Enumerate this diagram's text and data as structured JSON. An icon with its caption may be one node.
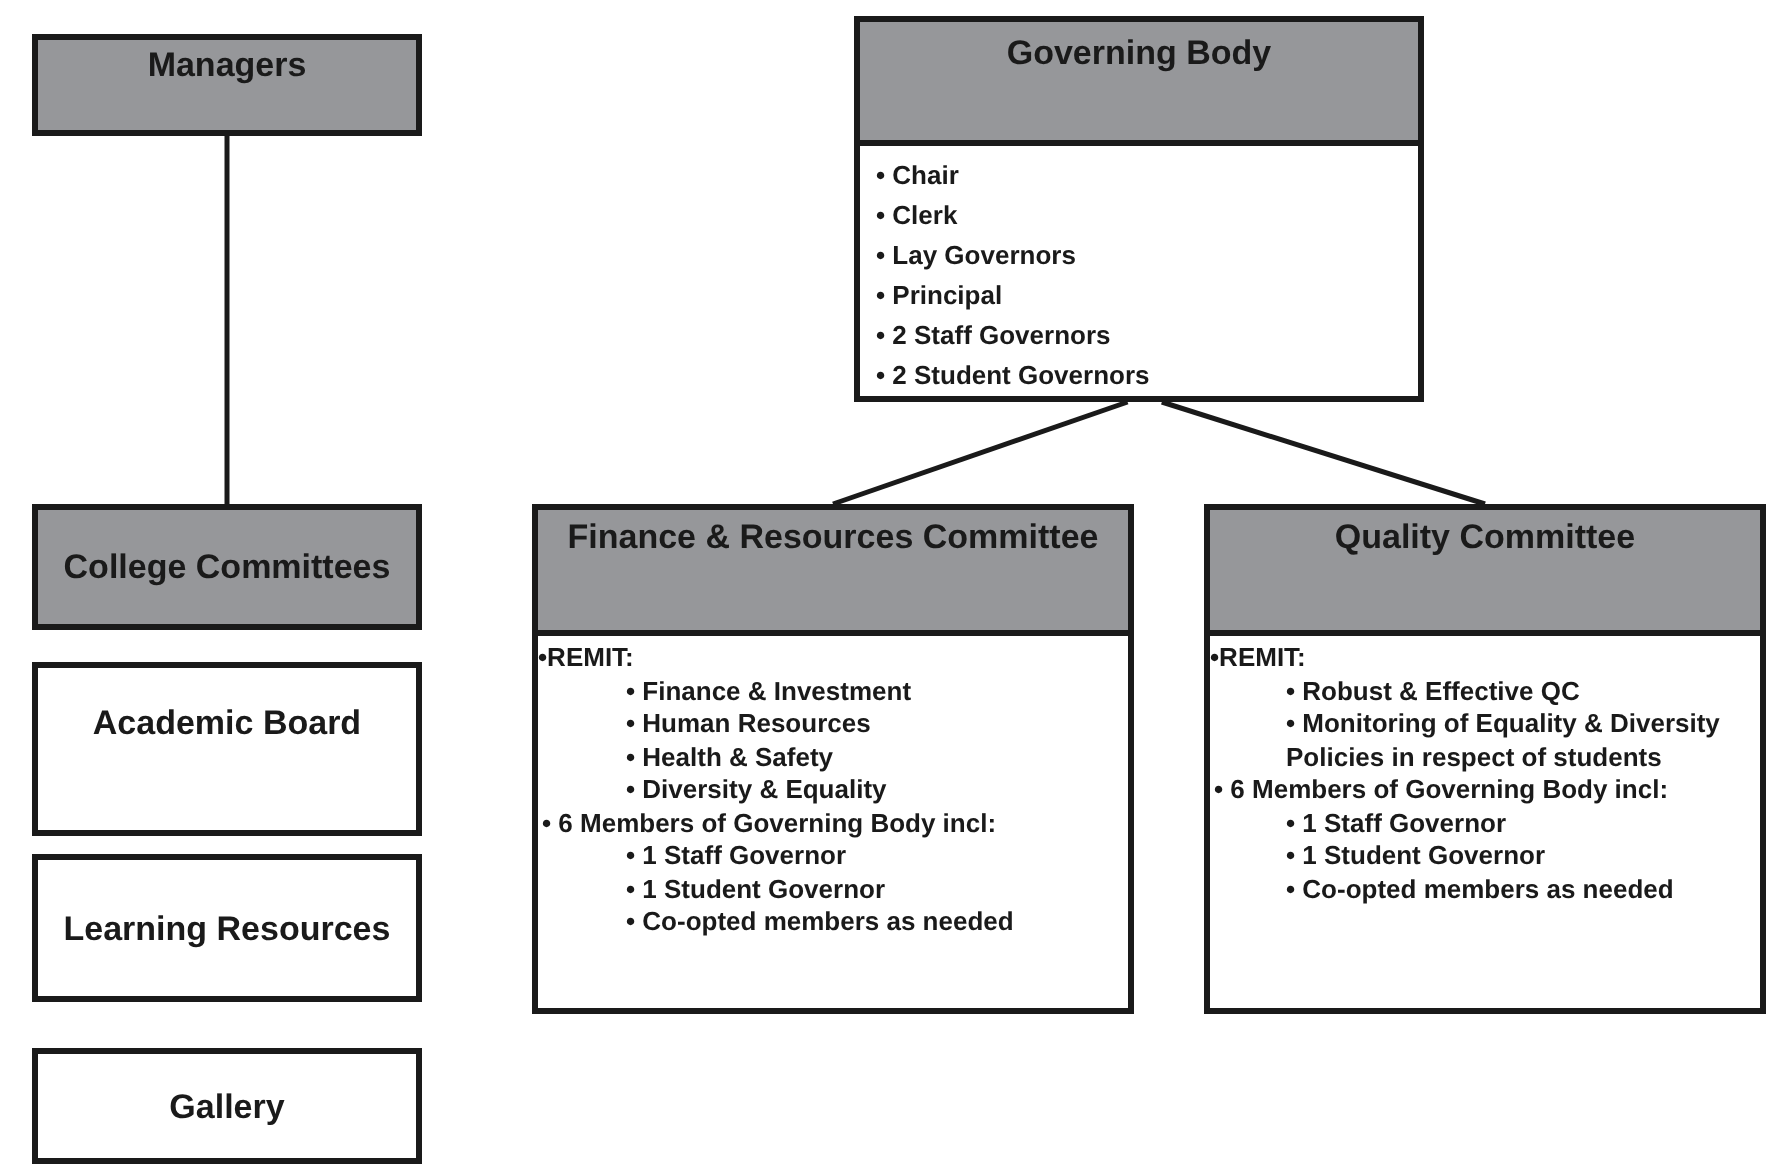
{
  "diagram": {
    "nodes": [
      {
        "text": [
          "Managers"
        ]
      },
      {
        "text": [
          "Governing Body",
          "• Chair",
          "• Clerk",
          "• Lay Governors",
          "• Principal",
          "• 2 Staff Governors",
          "• 2 Student Governors"
        ]
      },
      {
        "text": [
          "College Committees"
        ]
      },
      {
        "text": [
          "Academic Board"
        ]
      },
      {
        "text": [
          "Learning Resources"
        ]
      },
      {
        "text": [
          "Gallery"
        ]
      },
      {
        "text": [
          "Finance & Resources Committee",
          "•REMIT:",
          "• Finance & Investment",
          "• Human Resources",
          "• Health & Safety",
          "• Diversity & Equality",
          "• 6 Members of Governing Body incl:",
          "• 1 Staff Governor",
          "• 1 Student Governor",
          "• Co-opted members as needed"
        ]
      },
      {
        "text": [
          "Quality Committee",
          "•REMIT:",
          "• Robust & Effective QC",
          "• Monitoring of Equality & Diversity Policies in respect of students",
          "• 6 Members of Governing Body incl:",
          "• 1 Staff Governor",
          "• 1 Student Governor",
          "• Co-opted members as needed"
        ]
      }
    ],
    "edges": [
      {
        "from": 0,
        "to": 2,
        "arrow": "none"
      },
      {
        "from": 1,
        "to": 6,
        "arrow": "none"
      },
      {
        "from": 1,
        "to": 7,
        "arrow": "none"
      }
    ]
  }
}
